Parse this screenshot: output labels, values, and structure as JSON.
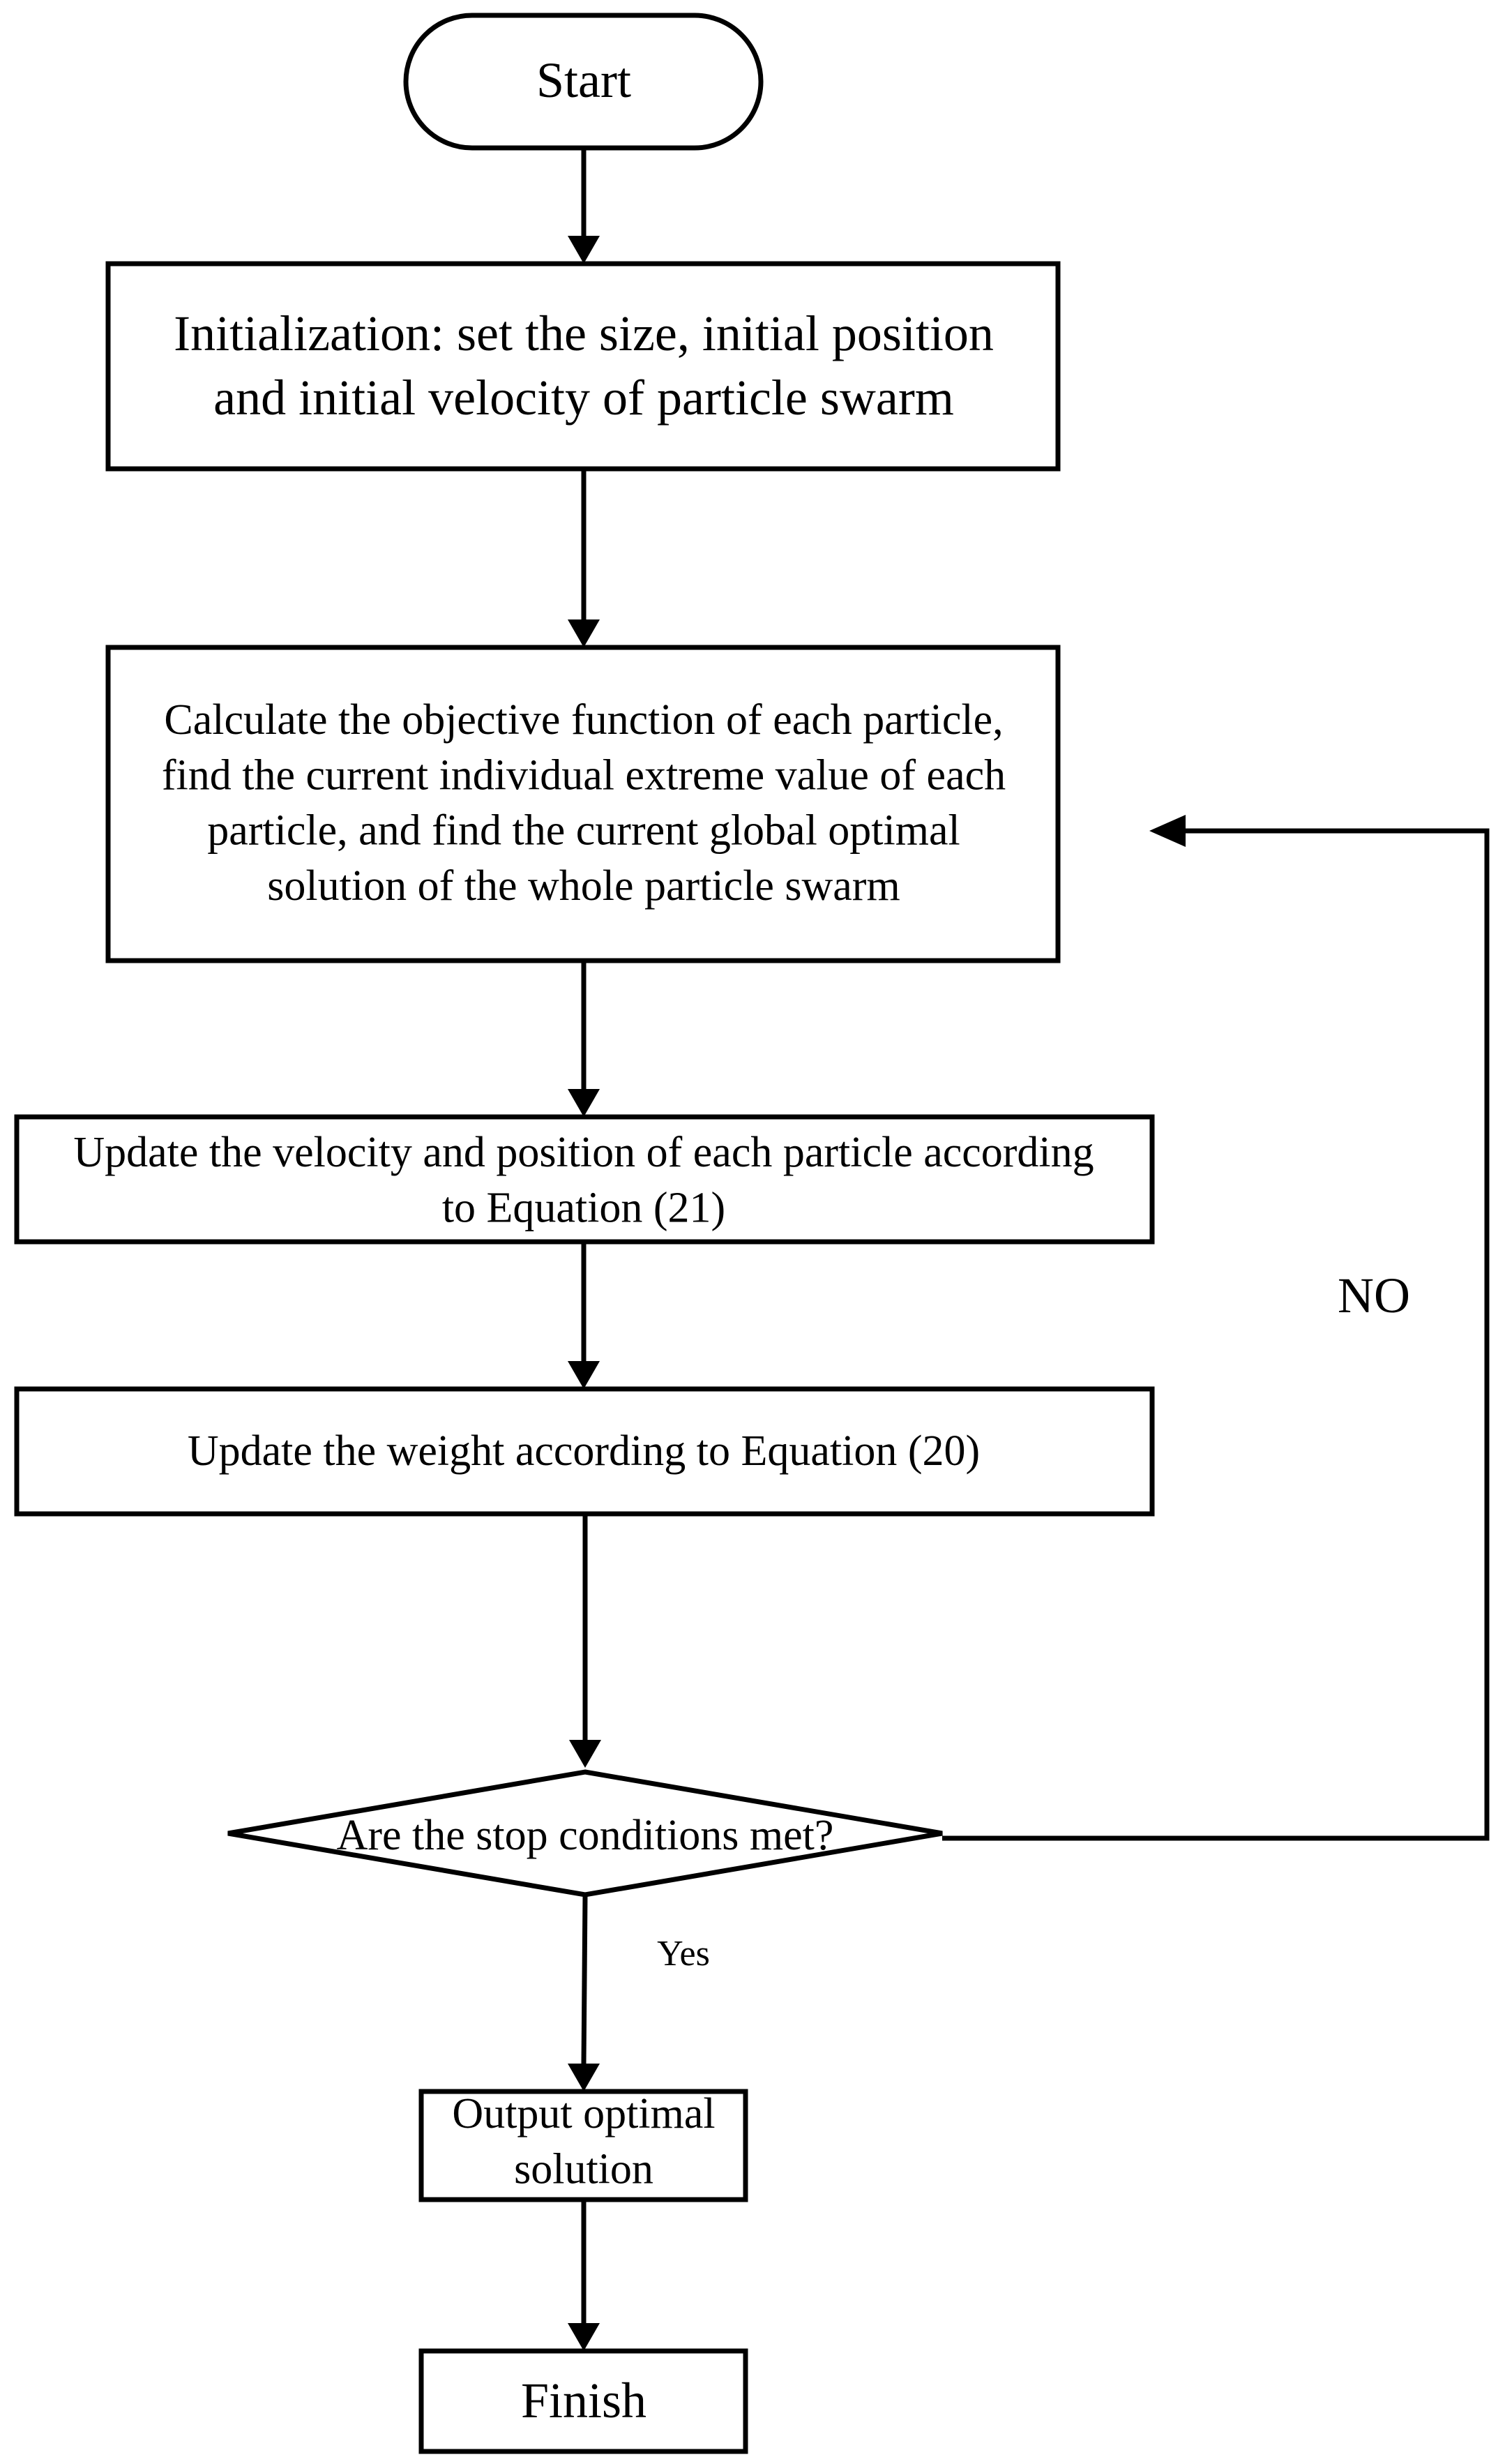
{
  "flowchart": {
    "start": {
      "lines": [
        "Start"
      ]
    },
    "init": {
      "lines": [
        "Initialization: set the size, initial position",
        "and initial velocity of particle swarm"
      ]
    },
    "calc": {
      "lines": [
        "Calculate the objective function of each particle,",
        "find the current individual extreme value of each",
        "particle, and find the current global optimal",
        "solution of the whole particle swarm"
      ]
    },
    "update_velocity": {
      "lines": [
        "Update the velocity and position of each particle according",
        "to Equation (21)"
      ]
    },
    "update_weight": {
      "lines": [
        "Update the weight according to Equation (20)"
      ]
    },
    "decision": {
      "lines": [
        "Are the stop conditions met?"
      ]
    },
    "output": {
      "lines": [
        "Output optimal",
        "solution"
      ]
    },
    "finish": {
      "lines": [
        "Finish"
      ]
    },
    "labels": {
      "no": "NO",
      "yes": "Yes"
    }
  }
}
